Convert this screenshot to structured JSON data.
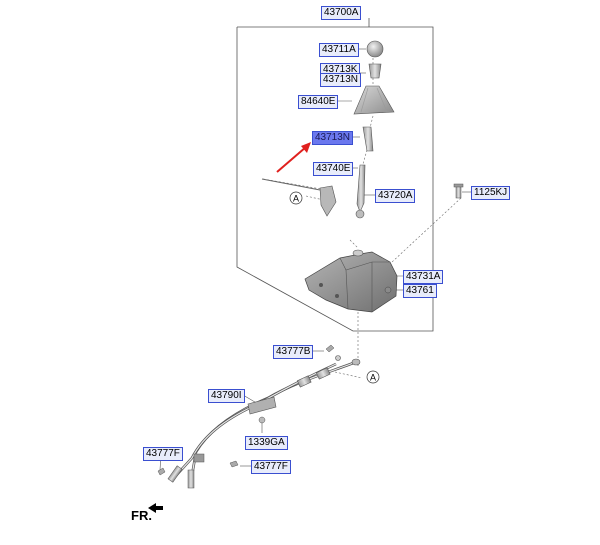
{
  "labels": {
    "assembly": "43700A",
    "knob": "43711A",
    "k1": "43713K",
    "n1": "43713N",
    "boot": "84640E",
    "highlighted": "43713N",
    "bracket": "43740E",
    "lever": "43720A",
    "bolt": "1125KJ",
    "housing": "43731A",
    "bushing": "43761",
    "clip_top": "43777B",
    "cable": "43790I",
    "grommet_bolt": "1339GA",
    "clip_left": "43777F",
    "clip_bottom": "43777F"
  },
  "callouts": {
    "a_top": "A",
    "a_bottom": "A"
  },
  "front_marker": "FR.",
  "colors": {
    "label_border": "#3a4fd0",
    "label_fill": "#e8ecfb",
    "highlight": "#6b78ee",
    "arrow": "#e0201e"
  }
}
